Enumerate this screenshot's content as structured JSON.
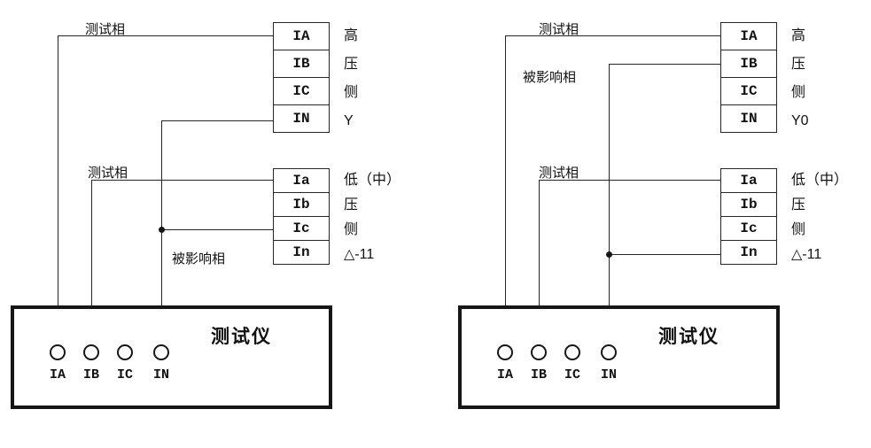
{
  "colors": {
    "line": "#262626",
    "box_border": "#161616",
    "text": "#111111",
    "background": "#ffffff"
  },
  "left": {
    "labels": {
      "test_phase_top": "测试相",
      "test_phase_mid": "测试相",
      "affected_phase": "被影响相"
    },
    "high_side": {
      "terminals": [
        "IA",
        "IB",
        "IC",
        "IN"
      ],
      "label_lines": [
        "高",
        "压",
        "侧",
        "Y"
      ]
    },
    "low_side": {
      "terminals": [
        "Ia",
        "Ib",
        "Ic",
        "In"
      ],
      "label_lines": [
        "低（中）",
        "压",
        "侧",
        "△-11"
      ]
    },
    "tester": {
      "title": "测试仪",
      "terminal_labels": [
        "IA",
        "IB",
        "IC",
        "IN"
      ]
    }
  },
  "right": {
    "labels": {
      "test_phase_top": "测试相",
      "test_phase_mid": "测试相",
      "affected_phase": "被影响相"
    },
    "high_side": {
      "terminals": [
        "IA",
        "IB",
        "IC",
        "IN"
      ],
      "label_lines": [
        "高",
        "压",
        "侧",
        "Y0"
      ]
    },
    "low_side": {
      "terminals": [
        "Ia",
        "Ib",
        "Ic",
        "In"
      ],
      "label_lines": [
        "低（中）",
        "压",
        "侧",
        "△-11"
      ]
    },
    "tester": {
      "title": "测试仪",
      "terminal_labels": [
        "IA",
        "IB",
        "IC",
        "IN"
      ]
    }
  }
}
